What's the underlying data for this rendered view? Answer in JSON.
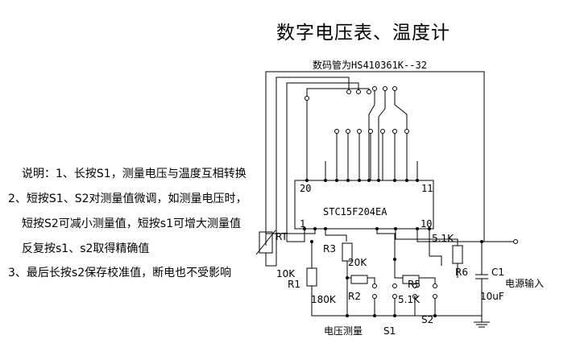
{
  "title": "数字电压表、温度计",
  "display_label": "数码管为HS410361K--32",
  "notes": [
    "说明：1、长按S1，测量电压与温度互相转换",
    "2、短按S1、S2对测量值微调，如测量电压时，",
    "短按S2可减小测量值，短按s1可增大测量值",
    "反复按s1、s2取得精确值",
    "3、最后长按s2保存校准值，断电也不受影响"
  ],
  "chip": {
    "name": "STC15F204EA",
    "pin_20": "20",
    "pin_11": "11",
    "pin_1": "1",
    "pin_10": "10"
  },
  "components": {
    "rt": "RT",
    "r3": "R3",
    "r1_value": "10K",
    "r1": "R1",
    "r_180k": "180K",
    "r2_value": "20K",
    "r2": "R2",
    "r5": "R5",
    "r5_value": "5.1K",
    "r6_value": "5.1K",
    "r6": "R6",
    "c1": "C1",
    "c1_value": "10uF",
    "power_input": "电源输入",
    "voltage_measure": "电压测量",
    "s1": "S1",
    "s2": "S2"
  }
}
